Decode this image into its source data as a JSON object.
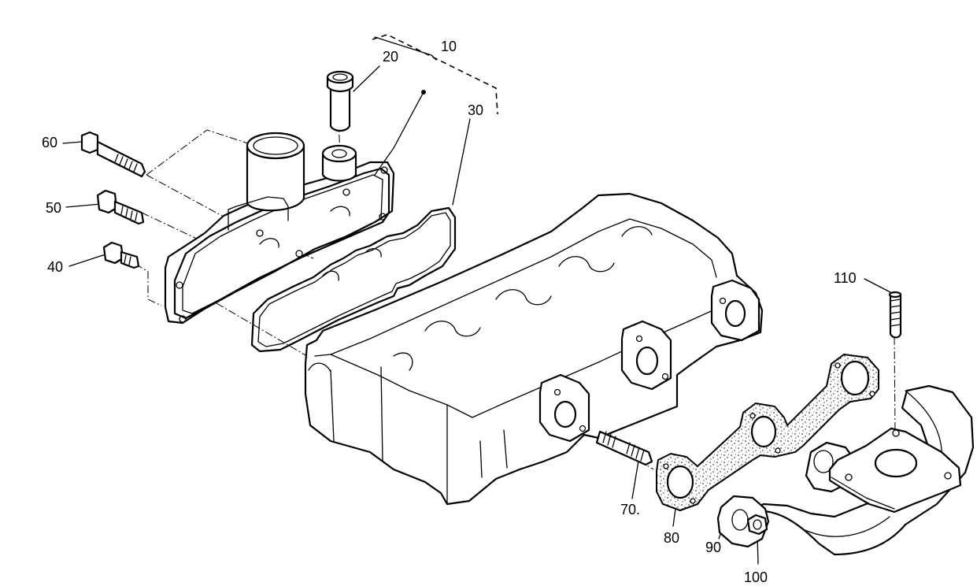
{
  "callouts": {
    "c10": "10",
    "c20": "20",
    "c30": "30",
    "c40": "40",
    "c50": "50",
    "c60": "60",
    "c70": "70.",
    "c80": "80",
    "c90": "90",
    "c100": "100",
    "c110": "110"
  }
}
